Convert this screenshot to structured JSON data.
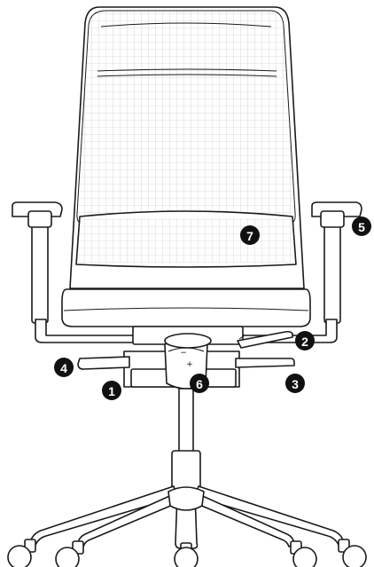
{
  "callouts": [
    {
      "id": "1",
      "label": "1"
    },
    {
      "id": "2",
      "label": "2"
    },
    {
      "id": "3",
      "label": "3"
    },
    {
      "id": "4",
      "label": "4"
    },
    {
      "id": "5",
      "label": "5"
    },
    {
      "id": "6",
      "label": "6"
    },
    {
      "id": "7",
      "label": "7"
    }
  ],
  "mechanism_symbols": {
    "minus": "−",
    "plus": "+"
  }
}
